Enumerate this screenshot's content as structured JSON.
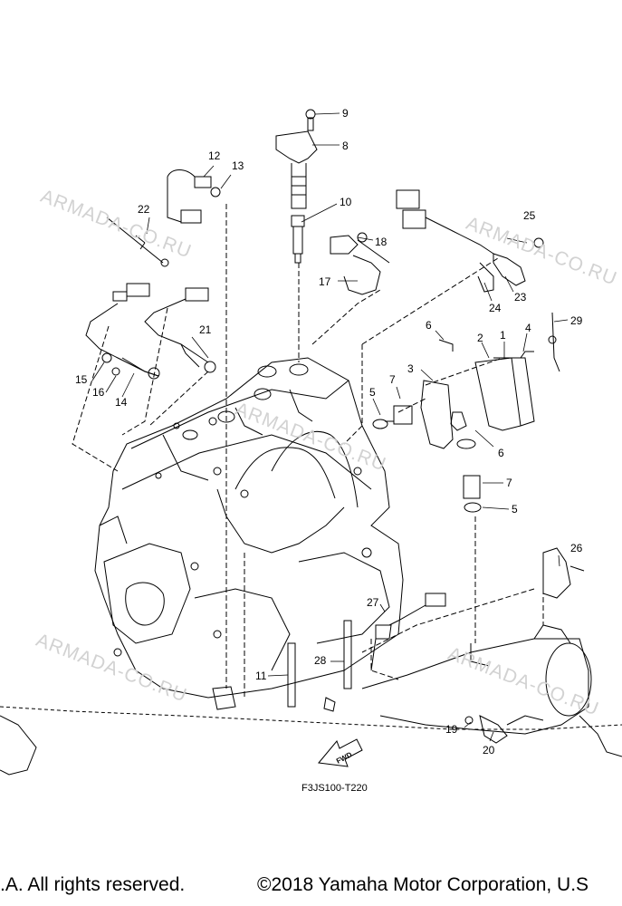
{
  "watermarks": [
    "ARMADA-CO.RU",
    "ARMADA-CO.RU",
    "ARMADA-CO.RU",
    "ARMADA-CO.RU",
    "ARMADA-CO.RU"
  ],
  "part_numbers": [
    "1",
    "2",
    "3",
    "4",
    "5",
    "5",
    "6",
    "6",
    "7",
    "7",
    "8",
    "9",
    "10",
    "11",
    "12",
    "13",
    "14",
    "15",
    "16",
    "17",
    "18",
    "19",
    "20",
    "21",
    "22",
    "23",
    "24",
    "25",
    "26",
    "27",
    "28",
    "29"
  ],
  "fwd_label": "FWD",
  "diagram_code": "F3JS100-T220",
  "footer": {
    "left": ".A. All rights reserved.",
    "right": "©2018 Yamaha Motor Corporation, U.S"
  }
}
